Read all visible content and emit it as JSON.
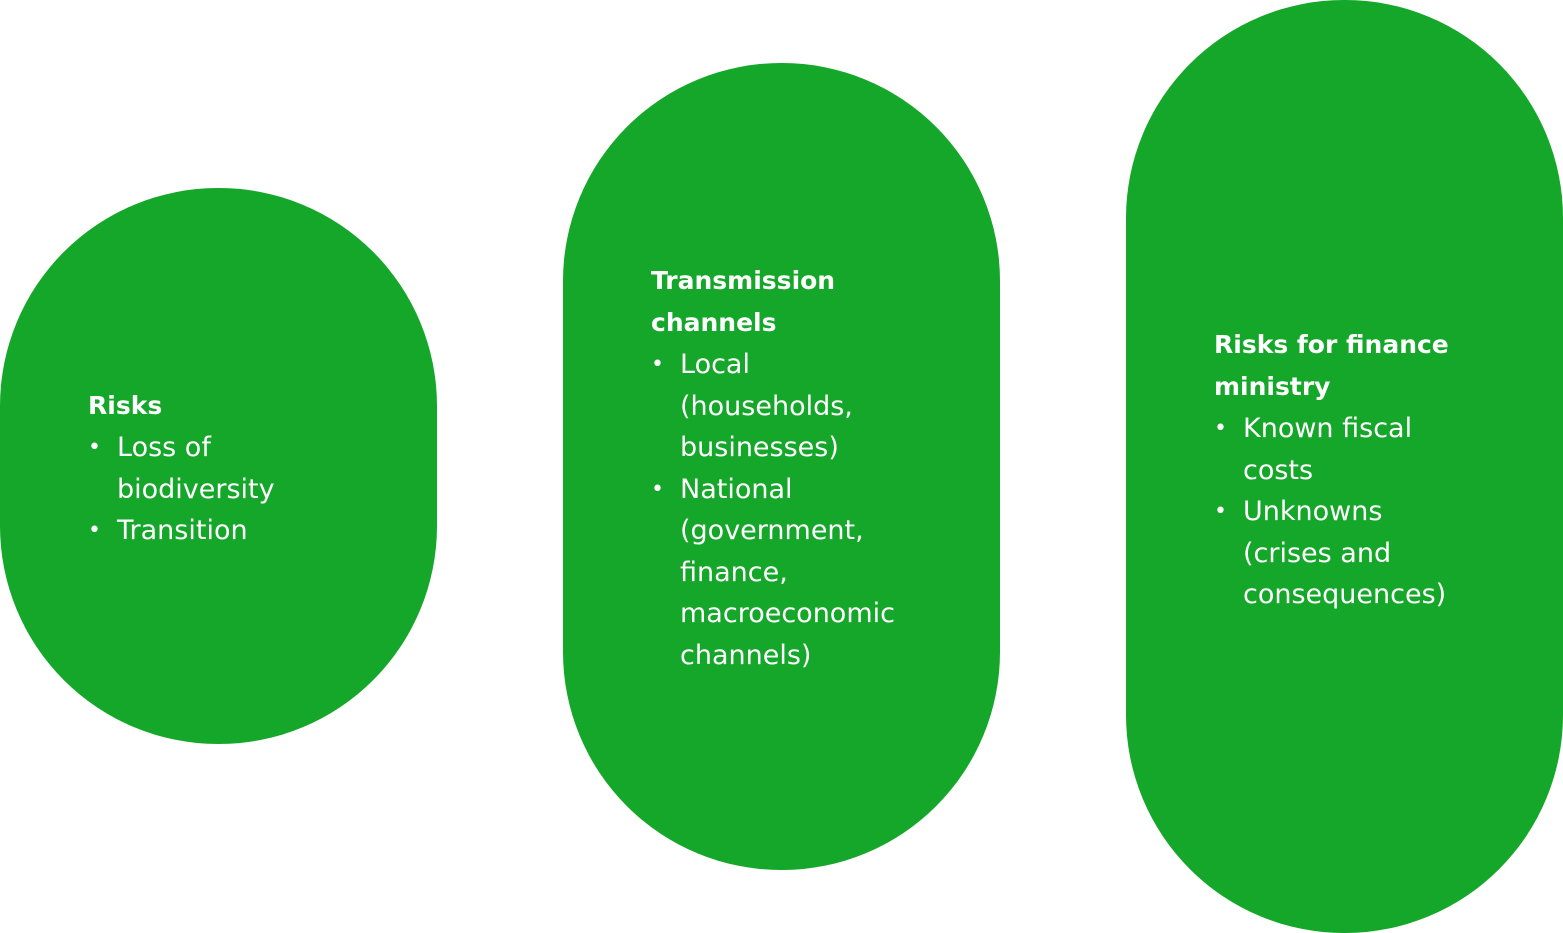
{
  "colors": {
    "pill_fill": "#15a72a",
    "text": "#ffffff",
    "background": "#ffffff"
  },
  "pills": [
    {
      "title": "Risks",
      "items": [
        "Loss of biodiversity",
        "Transition"
      ]
    },
    {
      "title": "Transmission channels",
      "items": [
        "Local (households, businesses)",
        "National (government, finance, macroeconomic channels)"
      ]
    },
    {
      "title": "Risks for finance ministry",
      "items": [
        "Known fiscal costs",
        "Unknowns (crises and consequences)"
      ]
    }
  ]
}
